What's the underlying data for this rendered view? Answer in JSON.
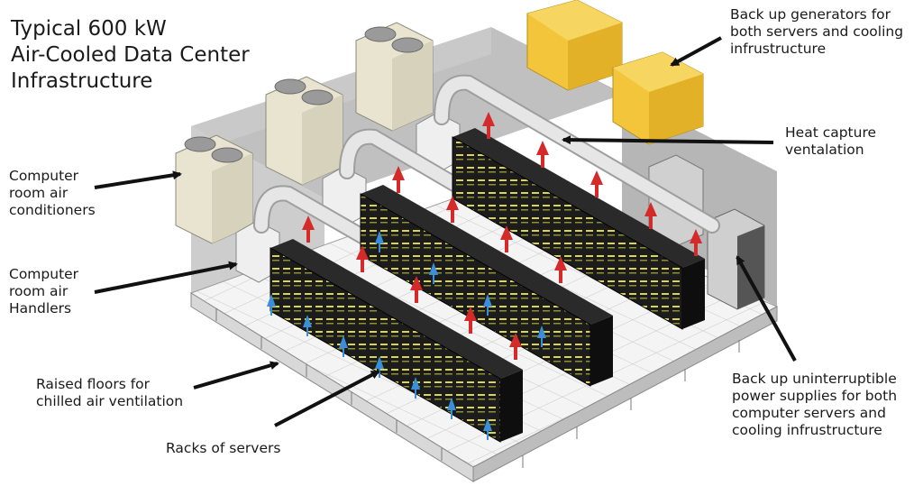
{
  "title_lines": [
    "Typical 600 kW",
    "Air-Cooled Data Center",
    "Infrastructure"
  ],
  "labels": {
    "generators": [
      "Back up generators for",
      "both servers and cooling",
      "infrustructure"
    ],
    "heat_capture": [
      "Heat capture",
      "ventalation"
    ],
    "crac": [
      "Computer",
      "room air",
      "conditioners"
    ],
    "crah": [
      "Computer",
      "room air",
      "Handlers"
    ],
    "raised_floors": [
      "Raised floors for",
      "chilled air ventilation"
    ],
    "racks": [
      "Racks of servers"
    ],
    "ups": [
      "Back up uninterruptible",
      "power supplies for both",
      "computer servers and",
      "cooling infrustructure"
    ]
  },
  "colors": {
    "wall": "#bdbdbd",
    "floor": "#f2f2f2",
    "rack": "#1c1c1c",
    "rack_light": "#e8e25a",
    "hot_air_arrow": "#d42a2a",
    "cold_air_arrow": "#3a8fd8",
    "generator": "#f2c53a",
    "duct": "#e6e6e6",
    "callout_arrow": "#111111"
  }
}
